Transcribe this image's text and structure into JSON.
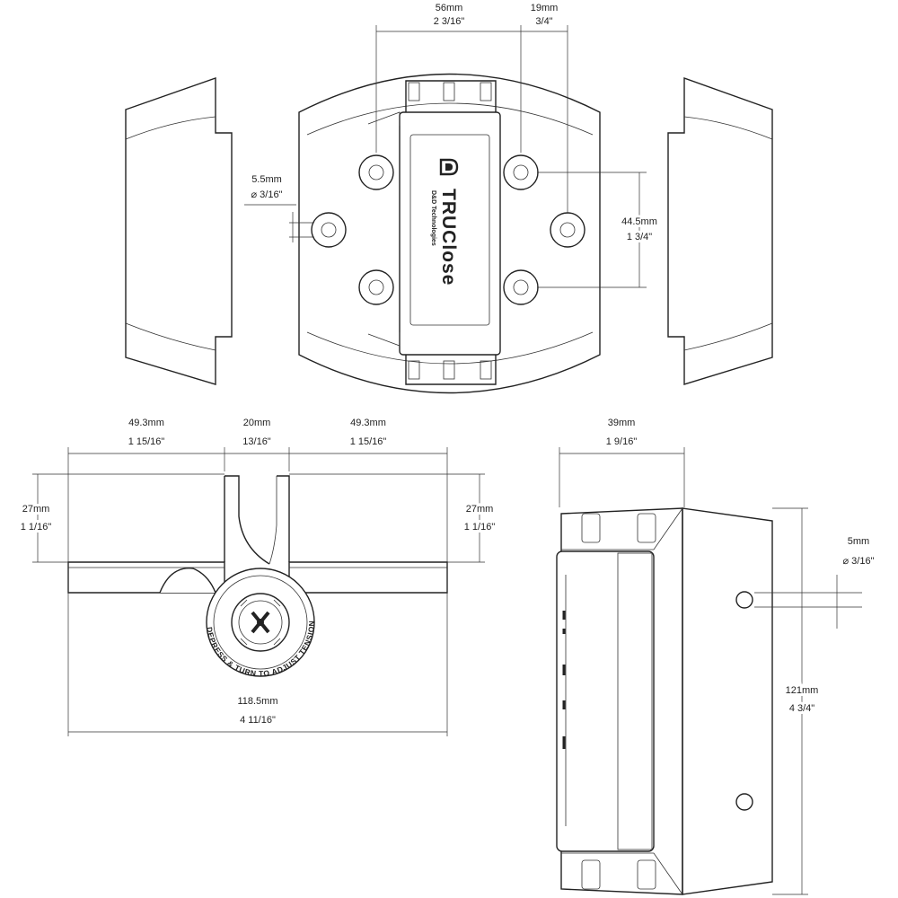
{
  "product": {
    "brand": "TRUClose",
    "maker": "D&D Technologies",
    "dial_text": "DEPRESS & TURN TO ADJUST TENSION"
  },
  "dimensions": {
    "top_hole_span": {
      "mm": "56mm",
      "inch": "2 3/16\""
    },
    "top_hole_offset": {
      "mm": "19mm",
      "inch": "3/4\""
    },
    "hole_diameter": {
      "mm": "5.5mm",
      "inch": "⌀ 3/16\""
    },
    "hole_vertical_span": {
      "mm": "44.5mm",
      "inch": "1 3/4\""
    },
    "leaf_left": {
      "mm": "49.3mm",
      "inch": "1 15/16\""
    },
    "knuckle_width": {
      "mm": "20mm",
      "inch": "13/16\""
    },
    "leaf_right": {
      "mm": "49.3mm",
      "inch": "1 15/16\""
    },
    "height_left": {
      "mm": "27mm",
      "inch": "1 1/16\""
    },
    "height_right": {
      "mm": "27mm",
      "inch": "1 1/16\""
    },
    "overall_width": {
      "mm": "118.5mm",
      "inch": "4 11/16\""
    },
    "side_depth": {
      "mm": "39mm",
      "inch": "1 9/16\""
    },
    "side_hole_diameter": {
      "mm": "5mm",
      "inch": "⌀ 3/16\""
    },
    "overall_height": {
      "mm": "121mm",
      "inch": "4 3/4\""
    }
  }
}
